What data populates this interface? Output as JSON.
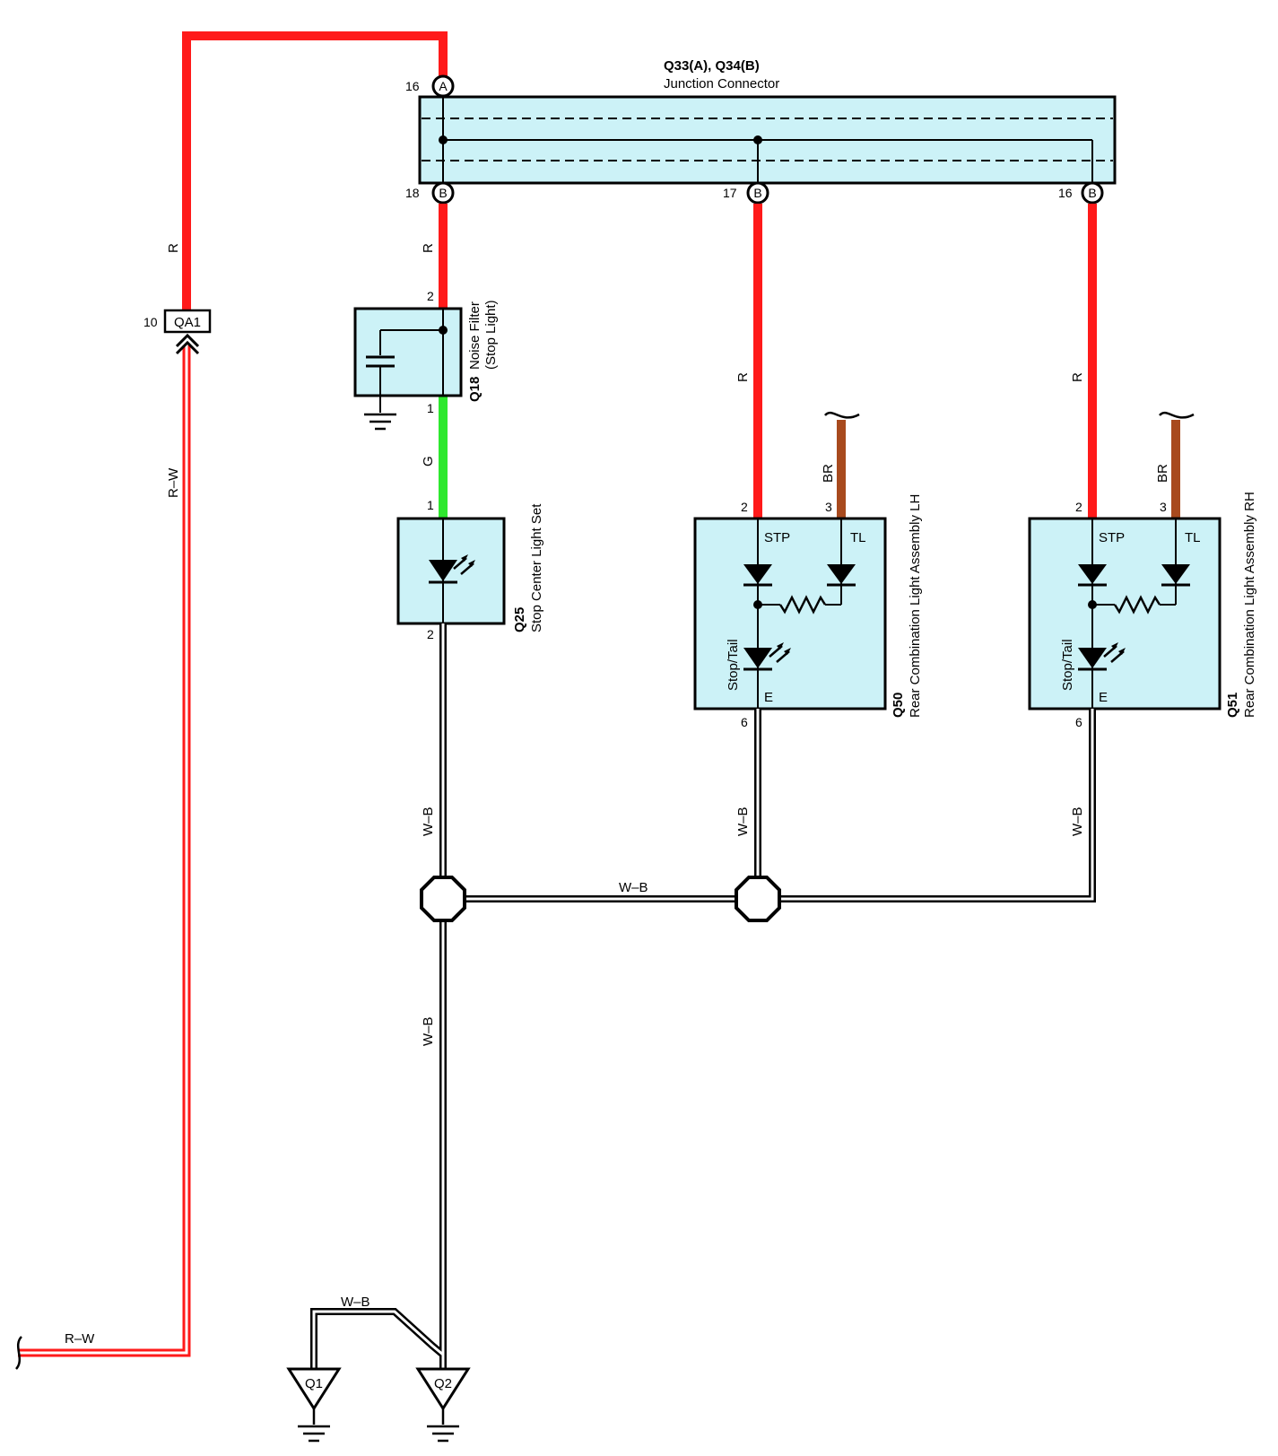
{
  "colors": {
    "red_wire": "#ff1a1a",
    "green_wire": "#2ee82e",
    "brown_wire": "#a84a1e",
    "component_fill": "#ccf2f7",
    "outline": "#000000"
  },
  "junction": {
    "title": "Q33(A), Q34(B)",
    "subtitle": "Junction Connector",
    "pin_a_num": "16",
    "pin_a_letter": "A",
    "pin_b1_num": "18",
    "pin_b2_num": "17",
    "pin_b3_num": "16",
    "pin_b_letter": "B"
  },
  "connector_qa1": {
    "pin": "10",
    "label": "QA1"
  },
  "noise_filter": {
    "code": "Q18",
    "name_line1": "Noise Filter",
    "name_line2": "(Stop Light)",
    "pin_top": "2",
    "pin_bottom": "1"
  },
  "stop_center": {
    "code": "Q25",
    "name": "Stop Center Light Set",
    "pin_top": "1",
    "pin_bottom": "2"
  },
  "rear_lh": {
    "code": "Q50",
    "name": "Rear Combination Light Assembly LH",
    "pin_stp": "2",
    "pin_tl": "3",
    "pin_e": "6",
    "stp": "STP",
    "tl": "TL",
    "e": "E",
    "lamp": "Stop/Tail"
  },
  "rear_rh": {
    "code": "Q51",
    "name": "Rear Combination Light Assembly RH",
    "pin_stp": "2",
    "pin_tl": "3",
    "pin_e": "6",
    "stp": "STP",
    "tl": "TL",
    "e": "E",
    "lamp": "Stop/Tail"
  },
  "wire_labels": {
    "r_main": "R",
    "rw_vertical": "R–W",
    "rw_bottom": "R–W",
    "r_jb18": "R",
    "g_filter": "G",
    "r_lh": "R",
    "br_lh": "BR",
    "r_rh": "R",
    "br_rh": "BR",
    "wb_q25": "W–B",
    "wb_lh": "W–B",
    "wb_rh": "W–B",
    "wb_horizontal": "W–B",
    "wb_lower": "W–B",
    "wb_ground": "W–B"
  },
  "grounds": {
    "q1": "Q1",
    "q2": "Q2"
  }
}
